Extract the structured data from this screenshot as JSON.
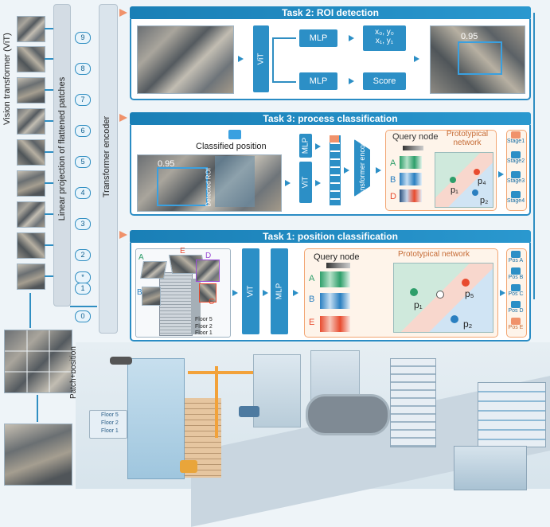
{
  "left": {
    "vit_title": "Vision transformer (ViT)",
    "linear_projection": "Linear projection of flattened patches",
    "transformer_encoder": "Transformer encoder",
    "patch_embedding": "Patch+position embedding",
    "tokens": [
      "9",
      "8",
      "7",
      "6",
      "5",
      "4",
      "3",
      "2",
      "*\n1",
      "0"
    ],
    "token_main": [
      "9",
      "8",
      "7",
      "6",
      "5",
      "4",
      "3",
      "2",
      "1",
      "0"
    ],
    "star": "*"
  },
  "task2": {
    "title": "Task 2: ROI detection",
    "vit": "ViT",
    "mlp_top": "MLP",
    "mlp_bottom": "MLP",
    "coords_line1": "x₀, y₀",
    "coords_line2": "x₁, y₁",
    "score": "Score",
    "conf": "0.95"
  },
  "task3": {
    "title": "Task 3: process classification",
    "classified_position": "Classified position",
    "conf": "0.95",
    "detected_roi": "Detected ROI",
    "mlp": "MLP",
    "vit": "ViT",
    "transformer_encoder": "Transformer encoder",
    "query_node": "Query node",
    "prototypical_network": "Prototypical network",
    "letters": [
      "A",
      "B",
      "D"
    ],
    "p1": "p₁",
    "p2": "p₂",
    "p4": "p₄",
    "stages": [
      "Stage1",
      "Stage2",
      "Stage3",
      "Stage4"
    ]
  },
  "task1": {
    "title": "Task 1: position classification",
    "corners": [
      "A",
      "E",
      "D",
      "B",
      "C"
    ],
    "floors": [
      "Floor 5",
      "Floor 2",
      "Floor 1"
    ],
    "vit": "ViT",
    "mlp": "MLP",
    "query_node": "Query node",
    "prototypical_network": "Prototypical network",
    "letters": [
      "A",
      "B",
      "E"
    ],
    "p1": "p₁",
    "p2": "p₂",
    "p5": "p₅",
    "positions": [
      "Pos A",
      "Pos B",
      "Pos C",
      "Pos D",
      "Pos E"
    ]
  },
  "scene": {
    "floors": [
      "Floor 5",
      "Floor 2",
      "Floor 1"
    ]
  },
  "colors": {
    "accent": "#2c8fc6",
    "orange": "#f0926b",
    "proto_green": "#2e9e6a",
    "proto_red": "#e84b2f",
    "proto_blue": "#2a7fc0"
  }
}
